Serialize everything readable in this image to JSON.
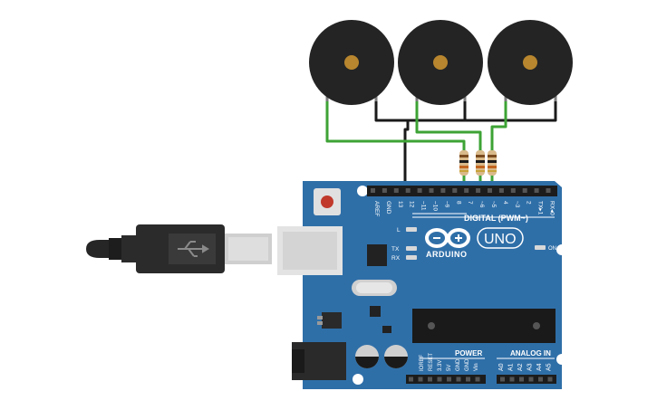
{
  "colors": {
    "board": "#2f6fa8",
    "board_dark": "#1f4f7c",
    "header": "#1c1c1c",
    "buzzer": "#242424",
    "buzzer_center": "#b8862e",
    "green_wire": "#3da335",
    "black_wire": "#1a1a1a",
    "usb_body": "#2b2b2b",
    "usb_metal": "#cfcfcf",
    "silk": "#ffffff"
  },
  "board": {
    "logo_text": "ARDUINO",
    "model": "UNO",
    "digital_label": "DIGITAL (PWM~)",
    "power_label": "POWER",
    "analog_label": "ANALOG IN",
    "on_label": "ON",
    "led_l": "L",
    "led_tx": "TX",
    "led_rx": "RX",
    "digital_pins": [
      "AREF",
      "GND",
      "13",
      "12",
      "~11",
      "~10",
      "~9",
      "8",
      "7",
      "~6",
      "~5",
      "4",
      "~3",
      "2",
      "TX▸1",
      "RX◂0"
    ],
    "power_pins": [
      "IOREF",
      "RESET",
      "3.3V",
      "5V",
      "GND",
      "GND",
      "Vin"
    ],
    "analog_pins": [
      "A0",
      "A1",
      "A2",
      "A3",
      "A4",
      "A5"
    ]
  },
  "components": {
    "buzzers": [
      {
        "id": "buzzer-1"
      },
      {
        "id": "buzzer-2"
      },
      {
        "id": "buzzer-3"
      }
    ],
    "resistors": [
      {
        "id": "resistor-1"
      },
      {
        "id": "resistor-2"
      },
      {
        "id": "resistor-3"
      }
    ]
  }
}
